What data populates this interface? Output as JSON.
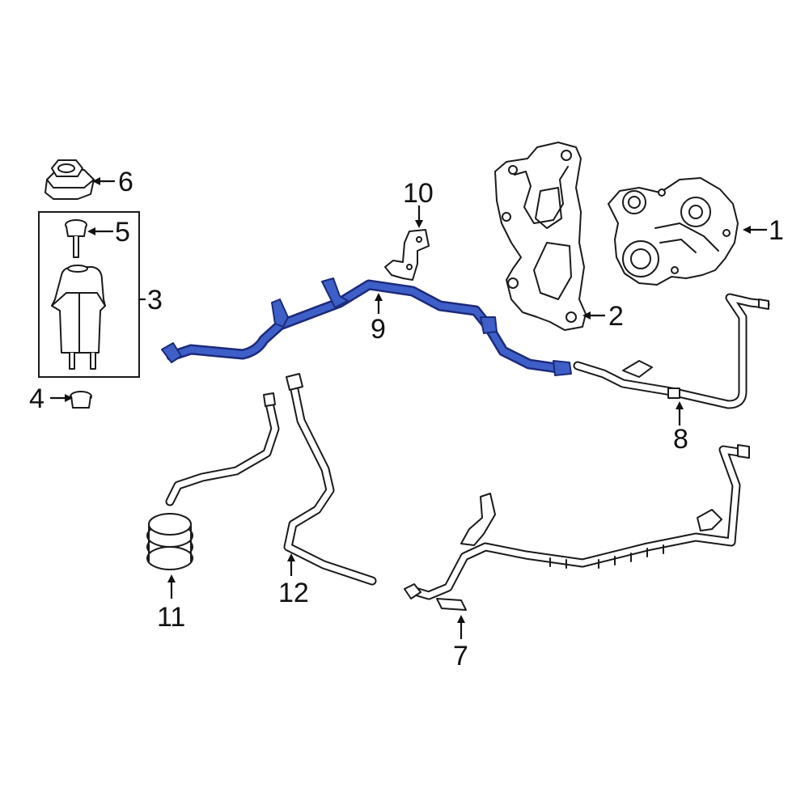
{
  "callouts": {
    "c1": "1",
    "c2": "2",
    "c3": "3",
    "c4": "4",
    "c5": "5",
    "c6": "6",
    "c7": "7",
    "c8": "8",
    "c9": "9",
    "c10": "10",
    "c11": "11",
    "c12": "12"
  },
  "colors": {
    "highlight": "#3e5fc8",
    "highlight_outline": "#1c2a7a",
    "line": "#1a1a1a",
    "background": "#ffffff"
  }
}
